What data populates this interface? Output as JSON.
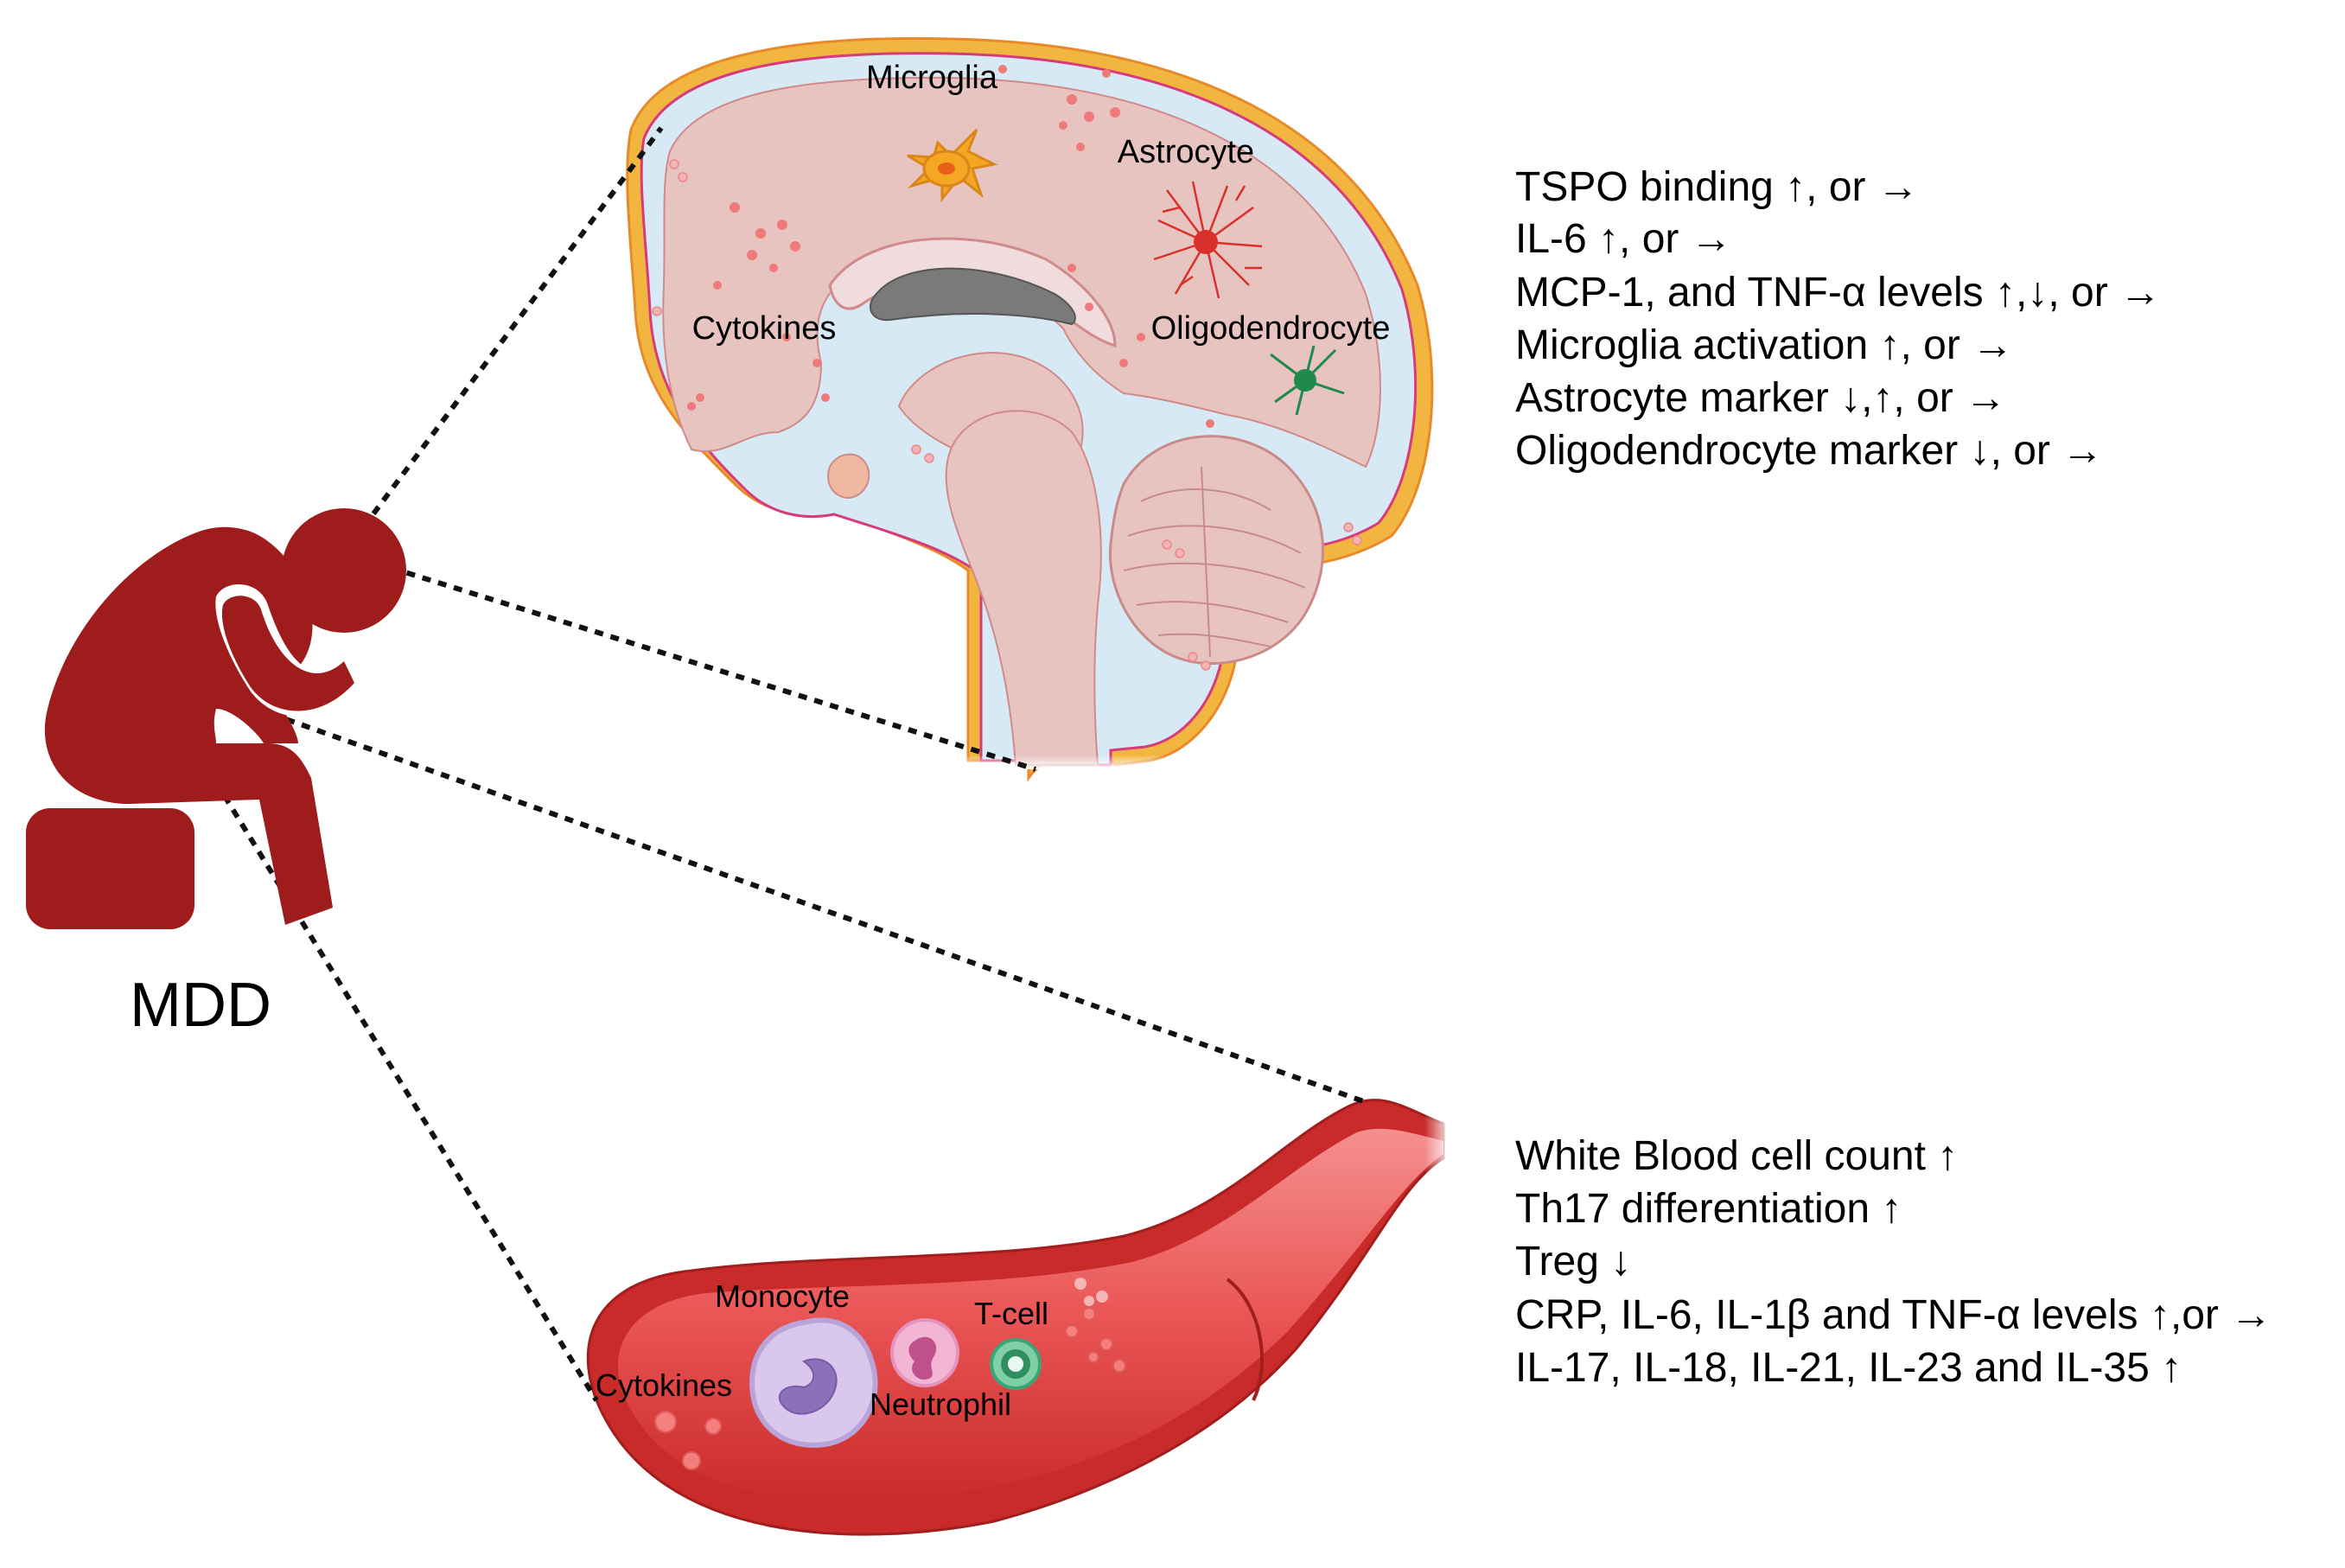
{
  "subject": {
    "label": "MDD",
    "color": "#9e1c1c"
  },
  "brain": {
    "labels": {
      "microglia": "Microglia",
      "astrocyte": "Astrocyte",
      "cytokines": "Cytokines",
      "oligodendrocyte": "Oligodendrocyte"
    },
    "findings": [
      "TSPO binding ↑, or →",
      "IL-6 ↑, or →",
      "MCP-1, and TNF-α levels ↑,↓, or →",
      "Microglia activation ↑, or →",
      "Astrocyte marker ↓,↑, or →",
      "Oligodendrocyte marker ↓, or →"
    ]
  },
  "blood": {
    "labels": {
      "monocyte": "Monocyte",
      "tcell": "T-cell",
      "cytokines": "Cytokines",
      "neutrophil": "Neutrophil"
    },
    "findings": [
      "White Blood cell count ↑",
      "Th17 differentiation ↑",
      "Treg ↓",
      "CRP, IL-6, IL-1β and TNF-α levels ↑,or →",
      "IL-17, IL-18, IL-21, IL-23 and IL-35 ↑"
    ]
  },
  "colors": {
    "brain_tissue": "#e8c4c1",
    "csf": "#d6e9f5",
    "meninges": "#f2b640",
    "vessel": "#e84a4a",
    "microglia": "#f5a623",
    "astrocyte": "#d9302c",
    "oligodendrocyte": "#1f8a4c"
  }
}
